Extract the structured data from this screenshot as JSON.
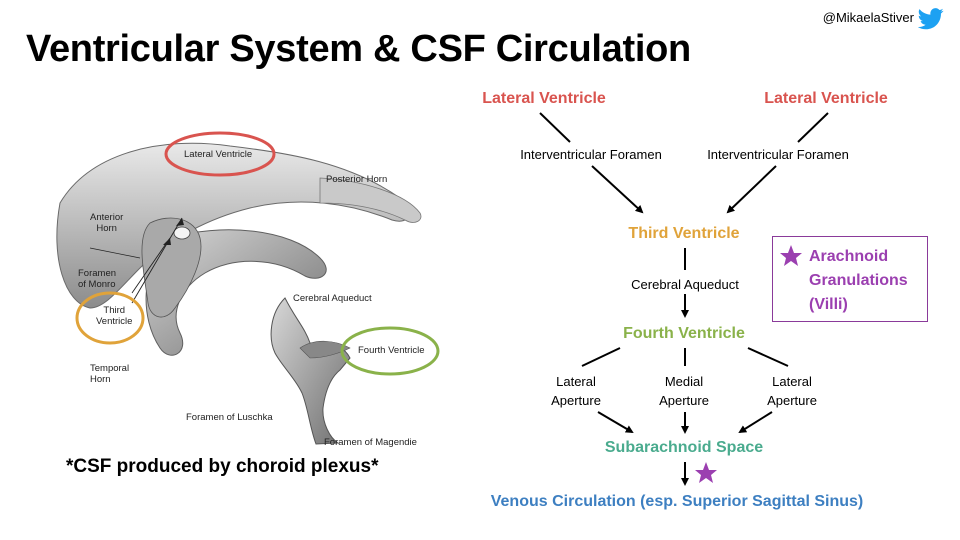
{
  "title": "Ventricular System & CSF Circulation",
  "handle": "@MikaelaStiver",
  "footnote": "*CSF produced by choroid plexus*",
  "flow": {
    "lateral_left": "Lateral Ventricle",
    "lateral_right": "Lateral Ventricle",
    "foramen_left": "Interventricular Foramen",
    "foramen_right": "Interventricular Foramen",
    "third": "Third Ventricle",
    "aqueduct": "Cerebral Aqueduct",
    "fourth": "Fourth Ventricle",
    "aperture_left": [
      "Lateral",
      "Aperture"
    ],
    "aperture_mid": [
      "Medial",
      "Aperture"
    ],
    "aperture_right": [
      "Lateral",
      "Aperture"
    ],
    "subarachnoid": "Subarachnoid Space",
    "venous": "Venous Circulation (esp. Superior Sagittal Sinus)"
  },
  "arachnoid": [
    "Arachnoid",
    "Granulations",
    "(Villi)"
  ],
  "brain_labels": {
    "lateral_ventricle": "Lateral Ventricle",
    "posterior_horn": "Posterior Horn",
    "anterior_horn": [
      "Anterior",
      "Horn"
    ],
    "foramen_monro": [
      "Foramen",
      "of Monro"
    ],
    "third_ventricle": [
      "Third",
      "Ventricle"
    ],
    "cerebral_aqueduct": "Cerebral Aqueduct",
    "fourth_ventricle": "Fourth Ventricle",
    "temporal_horn": [
      "Temporal",
      "Horn"
    ],
    "foramen_luschka": "Foramen of Luschka",
    "foramen_magendie": "Foramen of Magendie"
  },
  "colors": {
    "lateral": "#d9544f",
    "third": "#e0a33a",
    "fourth": "#8ab24a",
    "subarachnoid": "#4aab8e",
    "venous": "#3d7fc1",
    "arachnoid": "#9b3fb0",
    "twitter": "#1da1f2"
  },
  "icons": [
    "twitter-bird-icon",
    "star-icon"
  ]
}
